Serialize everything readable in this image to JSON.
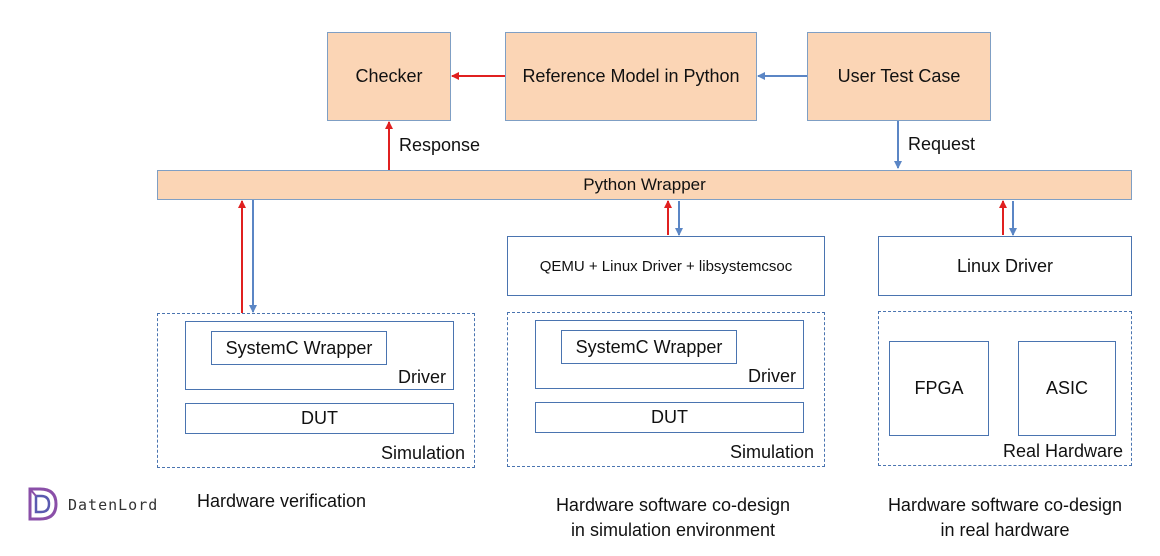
{
  "top": {
    "checker": "Checker",
    "reference_model": "Reference Model in Python",
    "user_test_case": "User Test Case",
    "response": "Response",
    "request": "Request"
  },
  "wrapper": "Python Wrapper",
  "col1": {
    "systemc_wrapper": "SystemC Wrapper",
    "driver": "Driver",
    "dut": "DUT",
    "simulation": "Simulation",
    "caption": "Hardware verification"
  },
  "col2": {
    "qemu": "QEMU + Linux Driver + libsystemcsoc",
    "systemc_wrapper": "SystemC Wrapper",
    "driver": "Driver",
    "dut": "DUT",
    "simulation": "Simulation",
    "caption_line1": "Hardware software co-design",
    "caption_line2": "in simulation environment"
  },
  "col3": {
    "linux_driver": "Linux Driver",
    "fpga": "FPGA",
    "asic": "ASIC",
    "real_hardware": "Real Hardware",
    "caption_line1": "Hardware software co-design",
    "caption_line2": "in real hardware"
  },
  "logo": {
    "text": "DatenLord"
  },
  "colors": {
    "red_arrow": "#e02020",
    "blue_arrow": "#5b86c5",
    "box_fill": "#fbd5b5",
    "border": "#4a74b0"
  }
}
